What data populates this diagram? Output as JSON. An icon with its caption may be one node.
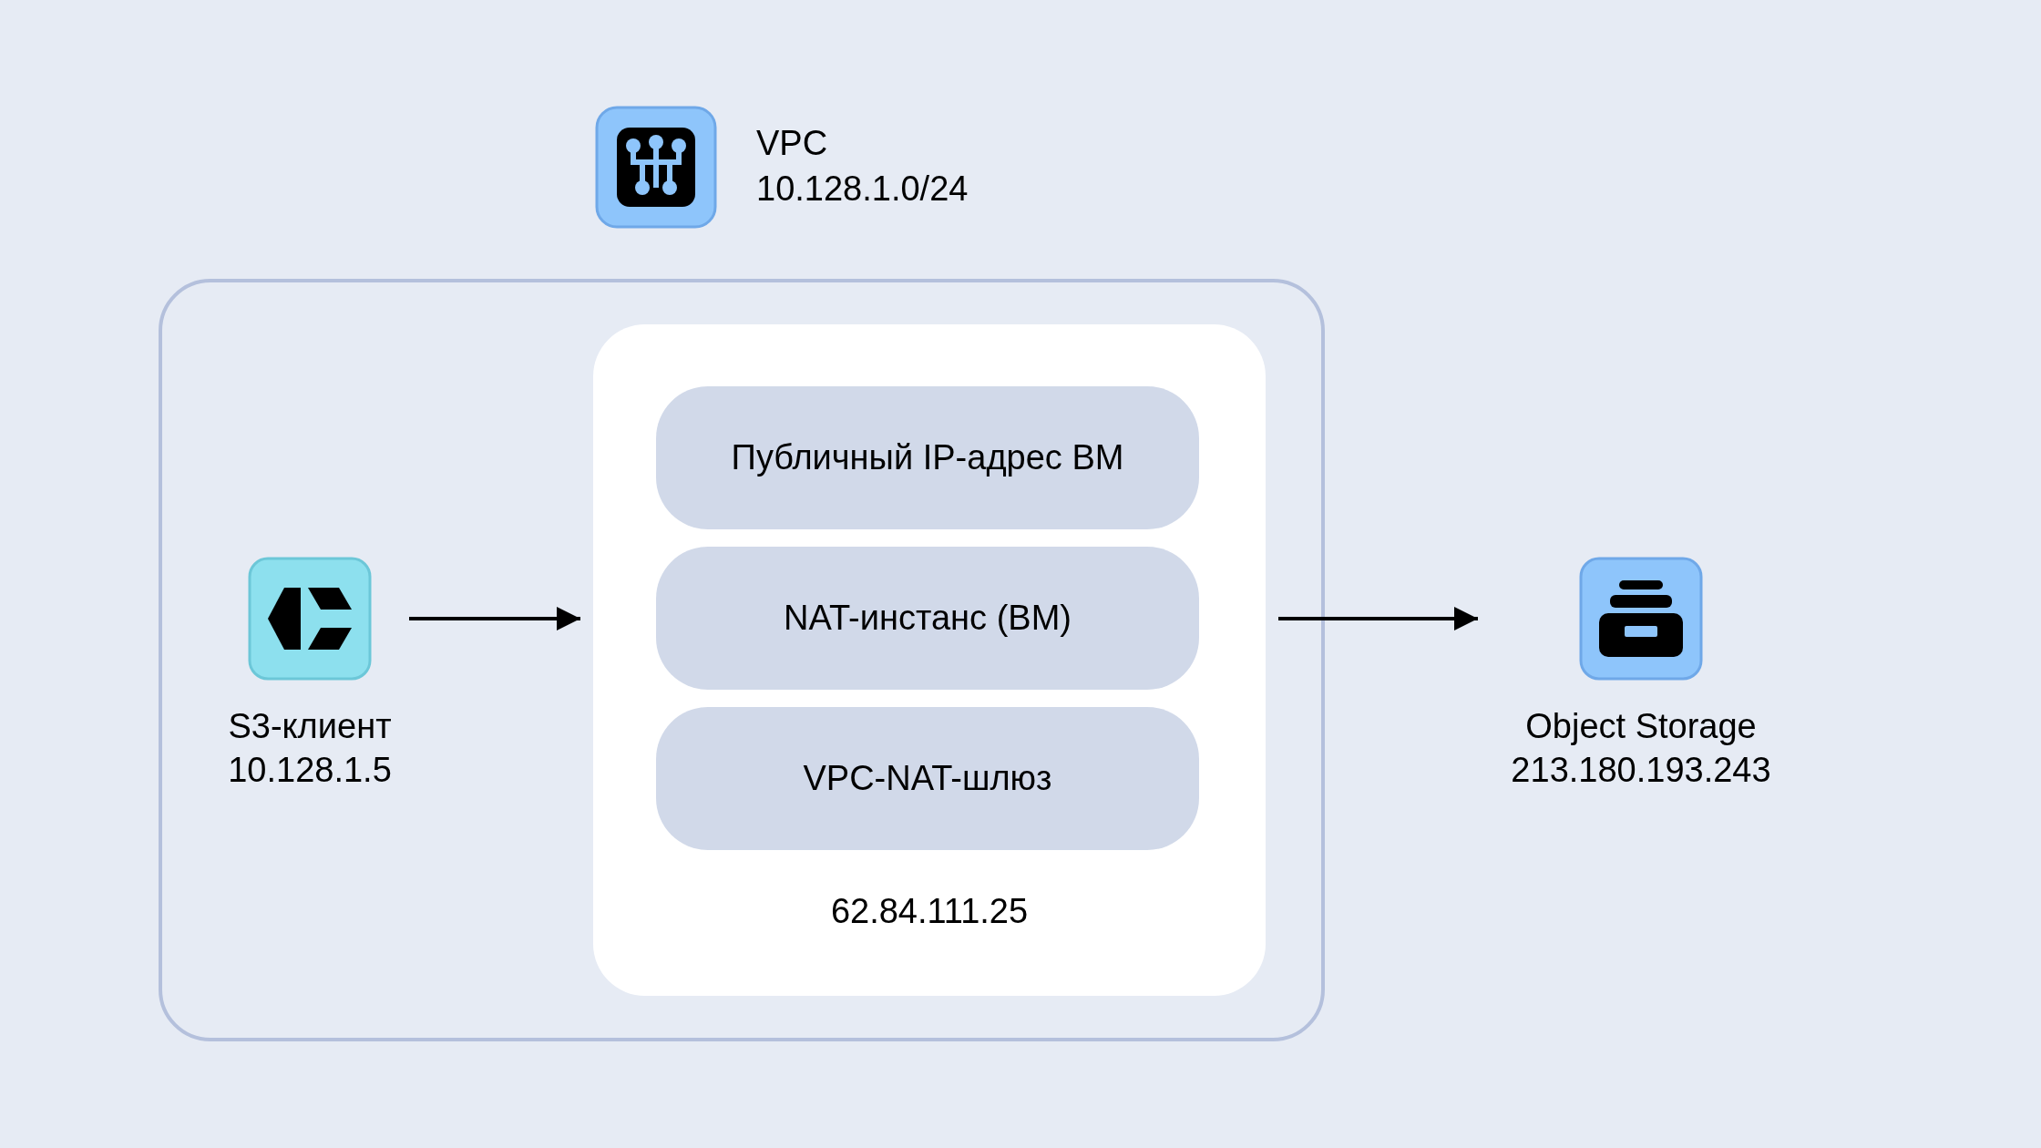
{
  "diagram": {
    "nodes": [
      {
        "text": [
          "VPC",
          "10.128.1.0/24"
        ]
      },
      {
        "text": [
          "S3-клиент",
          "10.128.1.5"
        ],
        "in": 0
      },
      {
        "text": [
          "62.84.111.25"
        ],
        "in": 0
      },
      {
        "text": [
          "Публичный IP-адрес ВМ"
        ],
        "in": 2
      },
      {
        "text": [
          "NAT-инстанс (ВМ)"
        ],
        "in": 2
      },
      {
        "text": [
          "VPC-NAT-шлюз"
        ],
        "in": 2
      },
      {
        "text": [
          "Object Storage",
          "213.180.193.243"
        ]
      }
    ],
    "edges": [
      {
        "from": 1,
        "to": 2,
        "arrow": "to"
      },
      {
        "from": 2,
        "to": 6,
        "arrow": "to"
      }
    ]
  }
}
